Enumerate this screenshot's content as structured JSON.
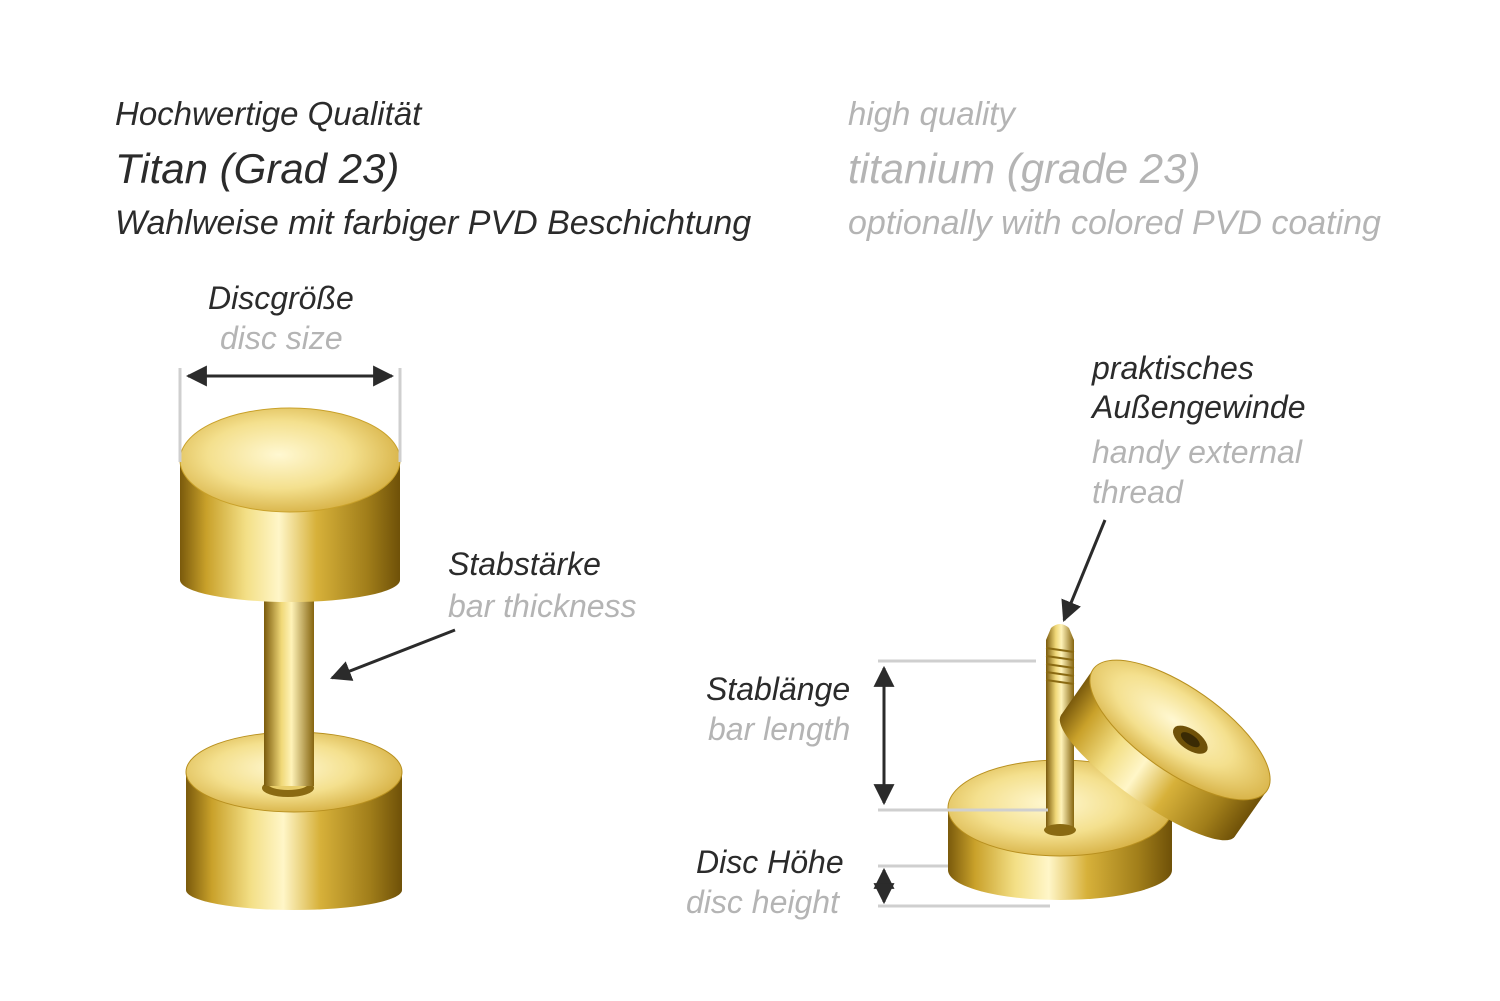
{
  "header": {
    "de": {
      "line1": "Hochwertige Qualität",
      "line2": "Titan (Grad 23)",
      "line3": "Wahlweise mit farbiger PVD Beschichtung"
    },
    "en": {
      "line1": "high quality",
      "line2": "titanium (grade 23)",
      "line3": "optionally with colored PVD coating"
    }
  },
  "labels": {
    "disc_size": {
      "de": "Discgröße",
      "en": "disc size"
    },
    "bar_thickness": {
      "de": "Stabstärke",
      "en": "bar thickness"
    },
    "thread": {
      "de_1": "praktisches",
      "de_2": "Außengewinde",
      "en_1": "handy external",
      "en_2": "thread"
    },
    "bar_length": {
      "de": "Stablänge",
      "en": "bar length"
    },
    "disc_height": {
      "de": "Disc Höhe",
      "en": "disc height"
    }
  },
  "colors": {
    "text_primary": "#2b2b2b",
    "text_secondary": "#b4b4b4",
    "gold": "#d9b53a",
    "gold_light": "#f6e6a0",
    "gold_dark": "#8a6a12"
  },
  "icons": {
    "left_product": "plug-earring-assembled-illustration",
    "right_product": "plug-earring-disassembled-illustration"
  }
}
